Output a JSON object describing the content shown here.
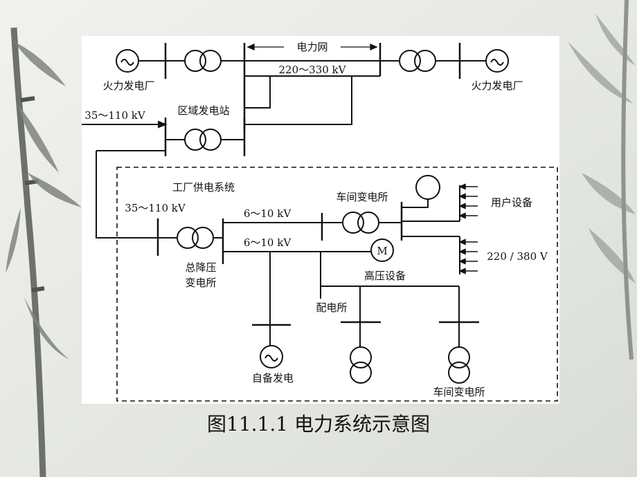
{
  "diagram": {
    "grid_label": "电力网",
    "grid_voltage": "220～330 kV",
    "thermal_plant_left": "火力发电厂",
    "thermal_plant_right": "火力发电厂",
    "regional_station": "区域发电站",
    "regional_input_voltage": "35～110 kV",
    "factory_system": "工厂供电系统",
    "factory_input_voltage": "35～110 kV",
    "main_substation_line1": "总降压",
    "main_substation_line2": "变电所",
    "feeder_voltage_top": "6～10 kV",
    "feeder_voltage_bottom": "6～10 kV",
    "workshop_substation_top": "车间变电所",
    "user_equipment": "用户设备",
    "low_voltage": "220 / 380 V",
    "motor_symbol": "M",
    "hv_equipment": "高压设备",
    "distribution_station": "配电所",
    "backup_generation": "自备发电",
    "workshop_substation_bottom": "车间变电所",
    "generator_symbol": "~"
  },
  "caption": "图11.1.1 电力系统示意图",
  "colors": {
    "line": "#111111",
    "panel": "#ffffff",
    "background": "#e9eae6"
  }
}
